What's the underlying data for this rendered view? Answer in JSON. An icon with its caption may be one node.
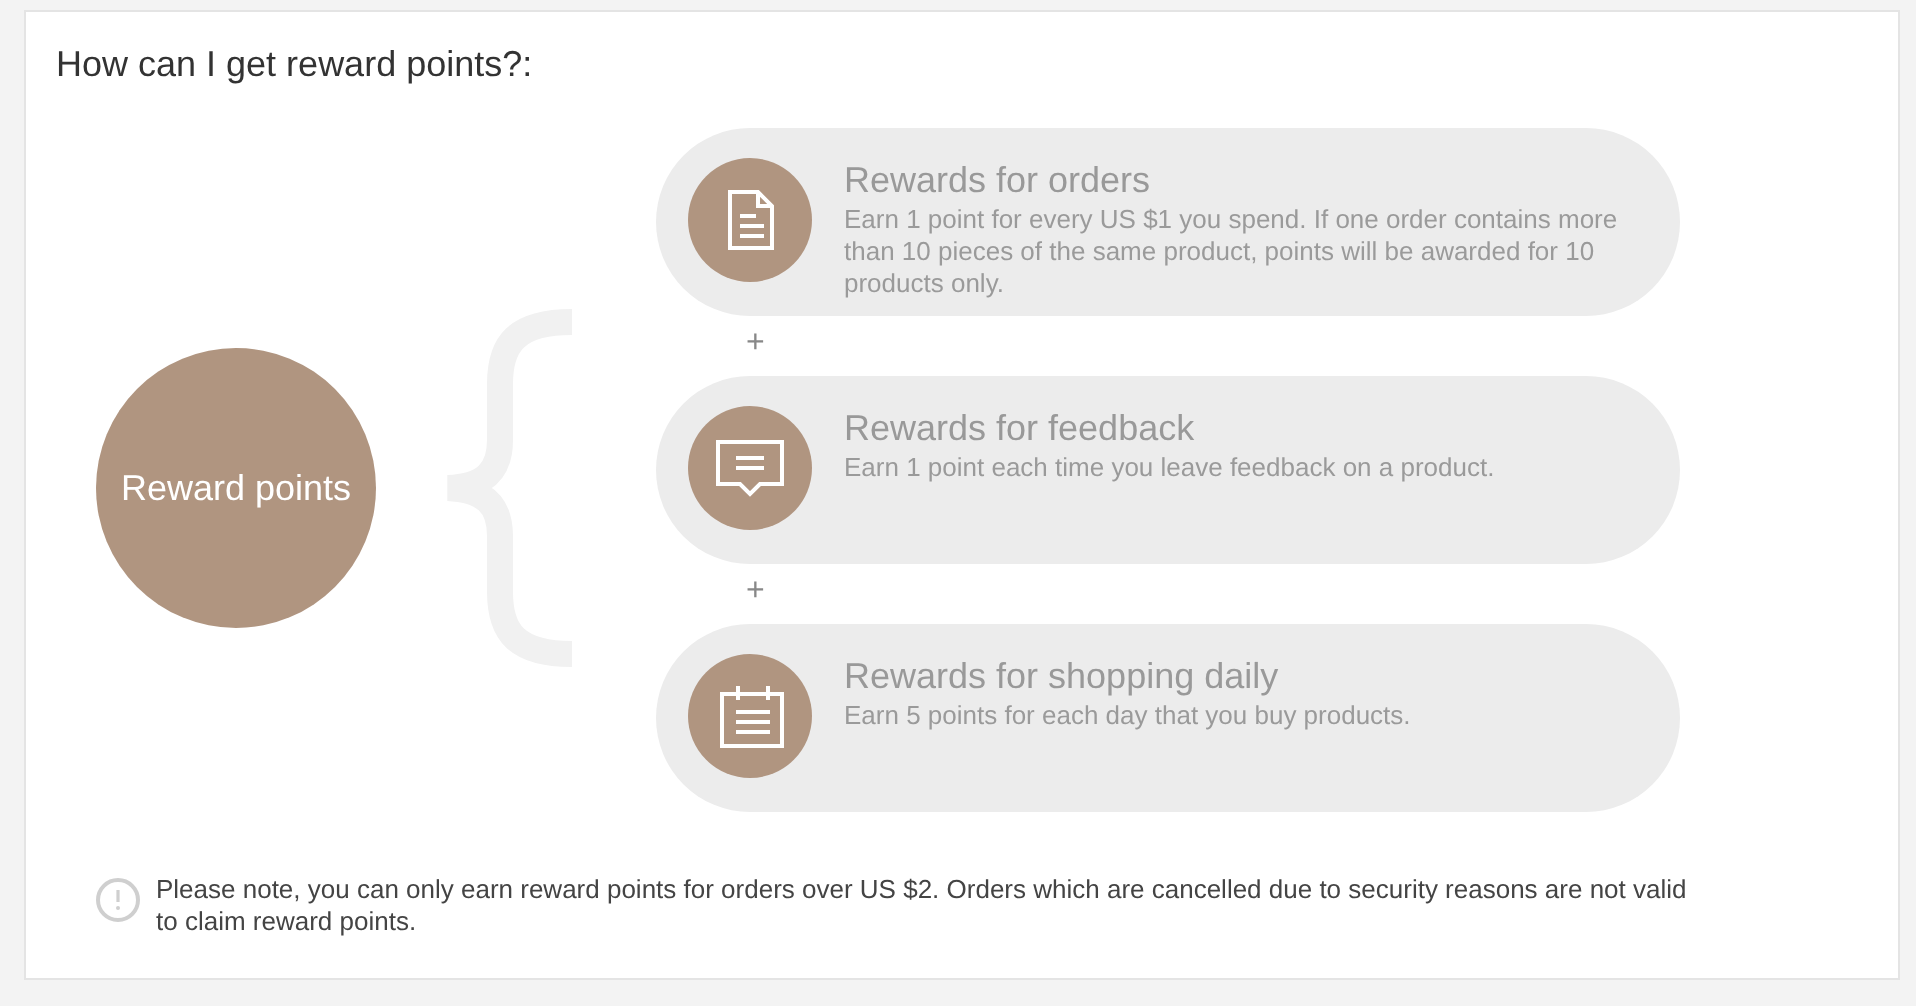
{
  "diagram": {
    "title": "How can I get reward points?:",
    "nodes": [
      {
        "text": [
          "Reward points"
        ]
      },
      {
        "text": [
          "Rewards for orders",
          "Earn 1 point for every US $1 you spend. If one order contains more than 10 pieces of the same product, points will be awarded for 10 products only."
        ]
      },
      {
        "text": [
          "Rewards for feedback",
          "Earn 1 point each time you leave feedback on a product."
        ]
      },
      {
        "text": [
          "Rewards for shopping daily",
          "Earn 5 points for each day that you buy products."
        ]
      }
    ],
    "labels": [
      "+",
      "+",
      "Please note, you can only earn reward points for orders over US $2. Orders which are cancelled due to security reasons are not valid to claim reward points."
    ]
  }
}
